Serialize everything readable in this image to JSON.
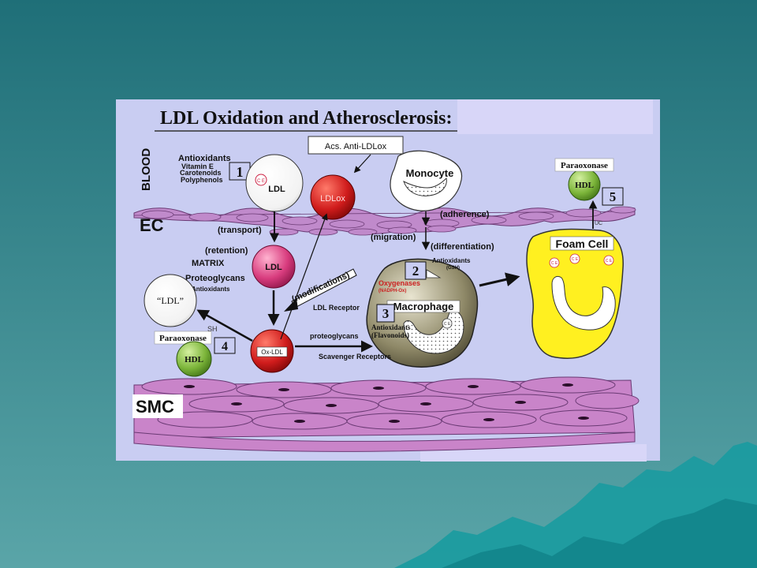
{
  "title": "LDL Oxidation and Atherosclerosis:",
  "callout": "Acs. Anti-LDLox",
  "regions": {
    "blood": "BLOOD",
    "ec": "EC",
    "smc": "SMC"
  },
  "blood_antioxidants": {
    "heading": "Antioxidants",
    "items": [
      "Vitamin E",
      "Carotenoids",
      "Polyphenols"
    ]
  },
  "steps": [
    "1",
    "2",
    "3",
    "4",
    "5"
  ],
  "cells": {
    "ldl_blood": "LDL",
    "ldl_blood_marker": "C E",
    "ldlox": "LDLox",
    "ldl_intima": "LDL",
    "ldl_ext": "“LDL”",
    "oxldl": "Ox-LDL",
    "monocyte": "Monocyte",
    "macrophage": "Macrophage",
    "macrophage_marker": "C E",
    "foam_cell": "Foam Cell",
    "foam_markers": [
      "C E",
      "C E",
      "C E"
    ],
    "foam_uc": "UC",
    "hdl_top": "HDL",
    "hdl_bottom": "HDL"
  },
  "labels": {
    "transport": "(transport)",
    "retention": "(retention)",
    "matrix": "MATRIX",
    "proteoglycans": "Proteoglycans",
    "antioxidants_small": "Antioxidants",
    "modifications": "(modifications)",
    "adherence": "(adherence)",
    "migration": "(migration)",
    "differentiation": "(differentiation)",
    "macro_antiox": "Antioxidants",
    "macro_gsh": "(GSH)",
    "oxygenases": "Oxygenases",
    "nadph": "(NADPH-Ox)",
    "ldl_receptor": "LDL Receptor",
    "proteoglycans_small": "proteoglycans",
    "scavenger": "Scavenger Receptors",
    "flav_antiox": "Antioxidants",
    "flavonoids": "(Flavonoids)",
    "sh": "SH",
    "paraoxonase_bottom": "Paraoxonase",
    "paraoxonase_top": "Paraoxonase"
  },
  "colors": {
    "background_top": "#1f6f78",
    "background_bottom": "#5aa5a8",
    "panel": "#c9cdf2",
    "ldlox": "#d01c1c",
    "ldl_pink": "#d83c7e",
    "foam": "#fff020",
    "hdl": "#7cb53a",
    "smc": "#c984c9"
  }
}
